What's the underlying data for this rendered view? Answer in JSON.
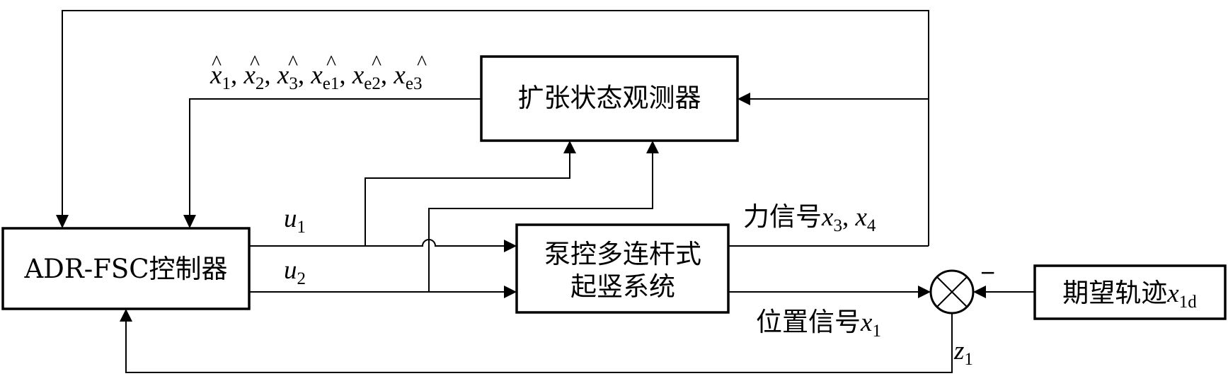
{
  "blocks": {
    "controller": {
      "label": "ADR-FSC控制器"
    },
    "observer": {
      "label": "扩张状态观测器"
    },
    "plant": {
      "line1": "泵控多连杆式",
      "line2": "起竖系统"
    },
    "reference": {
      "label": "期望轨迹",
      "var": "x",
      "sub": "1d"
    }
  },
  "signals": {
    "u1": {
      "var": "u",
      "sub": "1"
    },
    "u2": {
      "var": "u",
      "sub": "2"
    },
    "force": {
      "label": "力信号",
      "var1": "x",
      "sub1": "3",
      "sep": ", ",
      "var2": "x",
      "sub2": "4"
    },
    "position": {
      "label": "位置信号",
      "var": "x",
      "sub": "1"
    },
    "error": {
      "var": "z",
      "sub": "1"
    },
    "minus_sign": "−",
    "estimates": {
      "hat": "^",
      "sep": ", ",
      "items": [
        {
          "var": "x",
          "sub": "1"
        },
        {
          "var": "x",
          "sub": "2"
        },
        {
          "var": "x",
          "sub": "3"
        },
        {
          "var": "x",
          "sub": "e1"
        },
        {
          "var": "x",
          "sub": "e2"
        },
        {
          "var": "x",
          "sub": "e3"
        }
      ]
    }
  }
}
